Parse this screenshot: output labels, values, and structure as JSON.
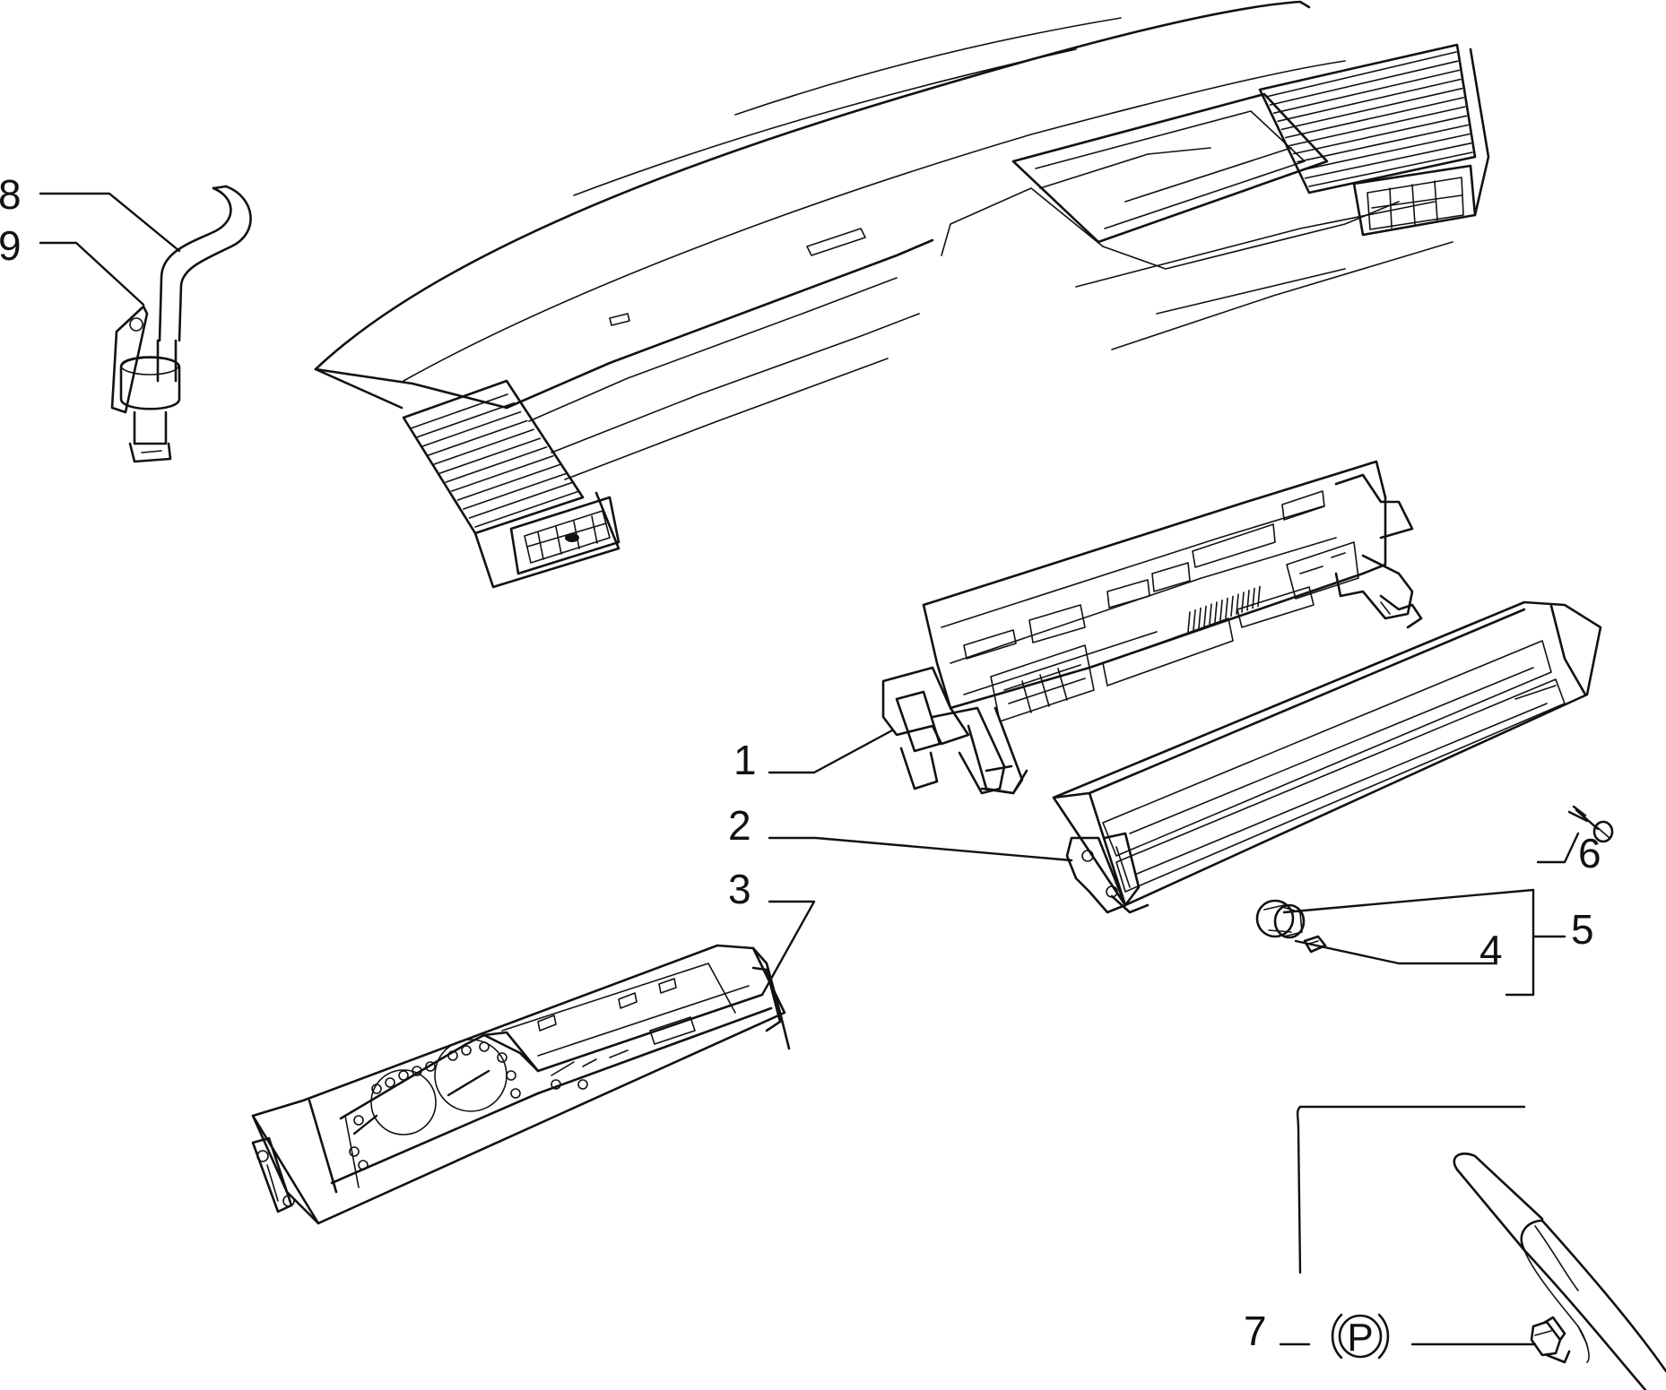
{
  "labels": {
    "l1": "1",
    "l2": "2",
    "l3": "3",
    "l4": "4",
    "l5": "5",
    "l6": "6",
    "l7": "7",
    "l8": "8",
    "l9": "9"
  },
  "parking_symbol": "P",
  "colors": {
    "line": "#111111",
    "background": "#ffffff"
  }
}
